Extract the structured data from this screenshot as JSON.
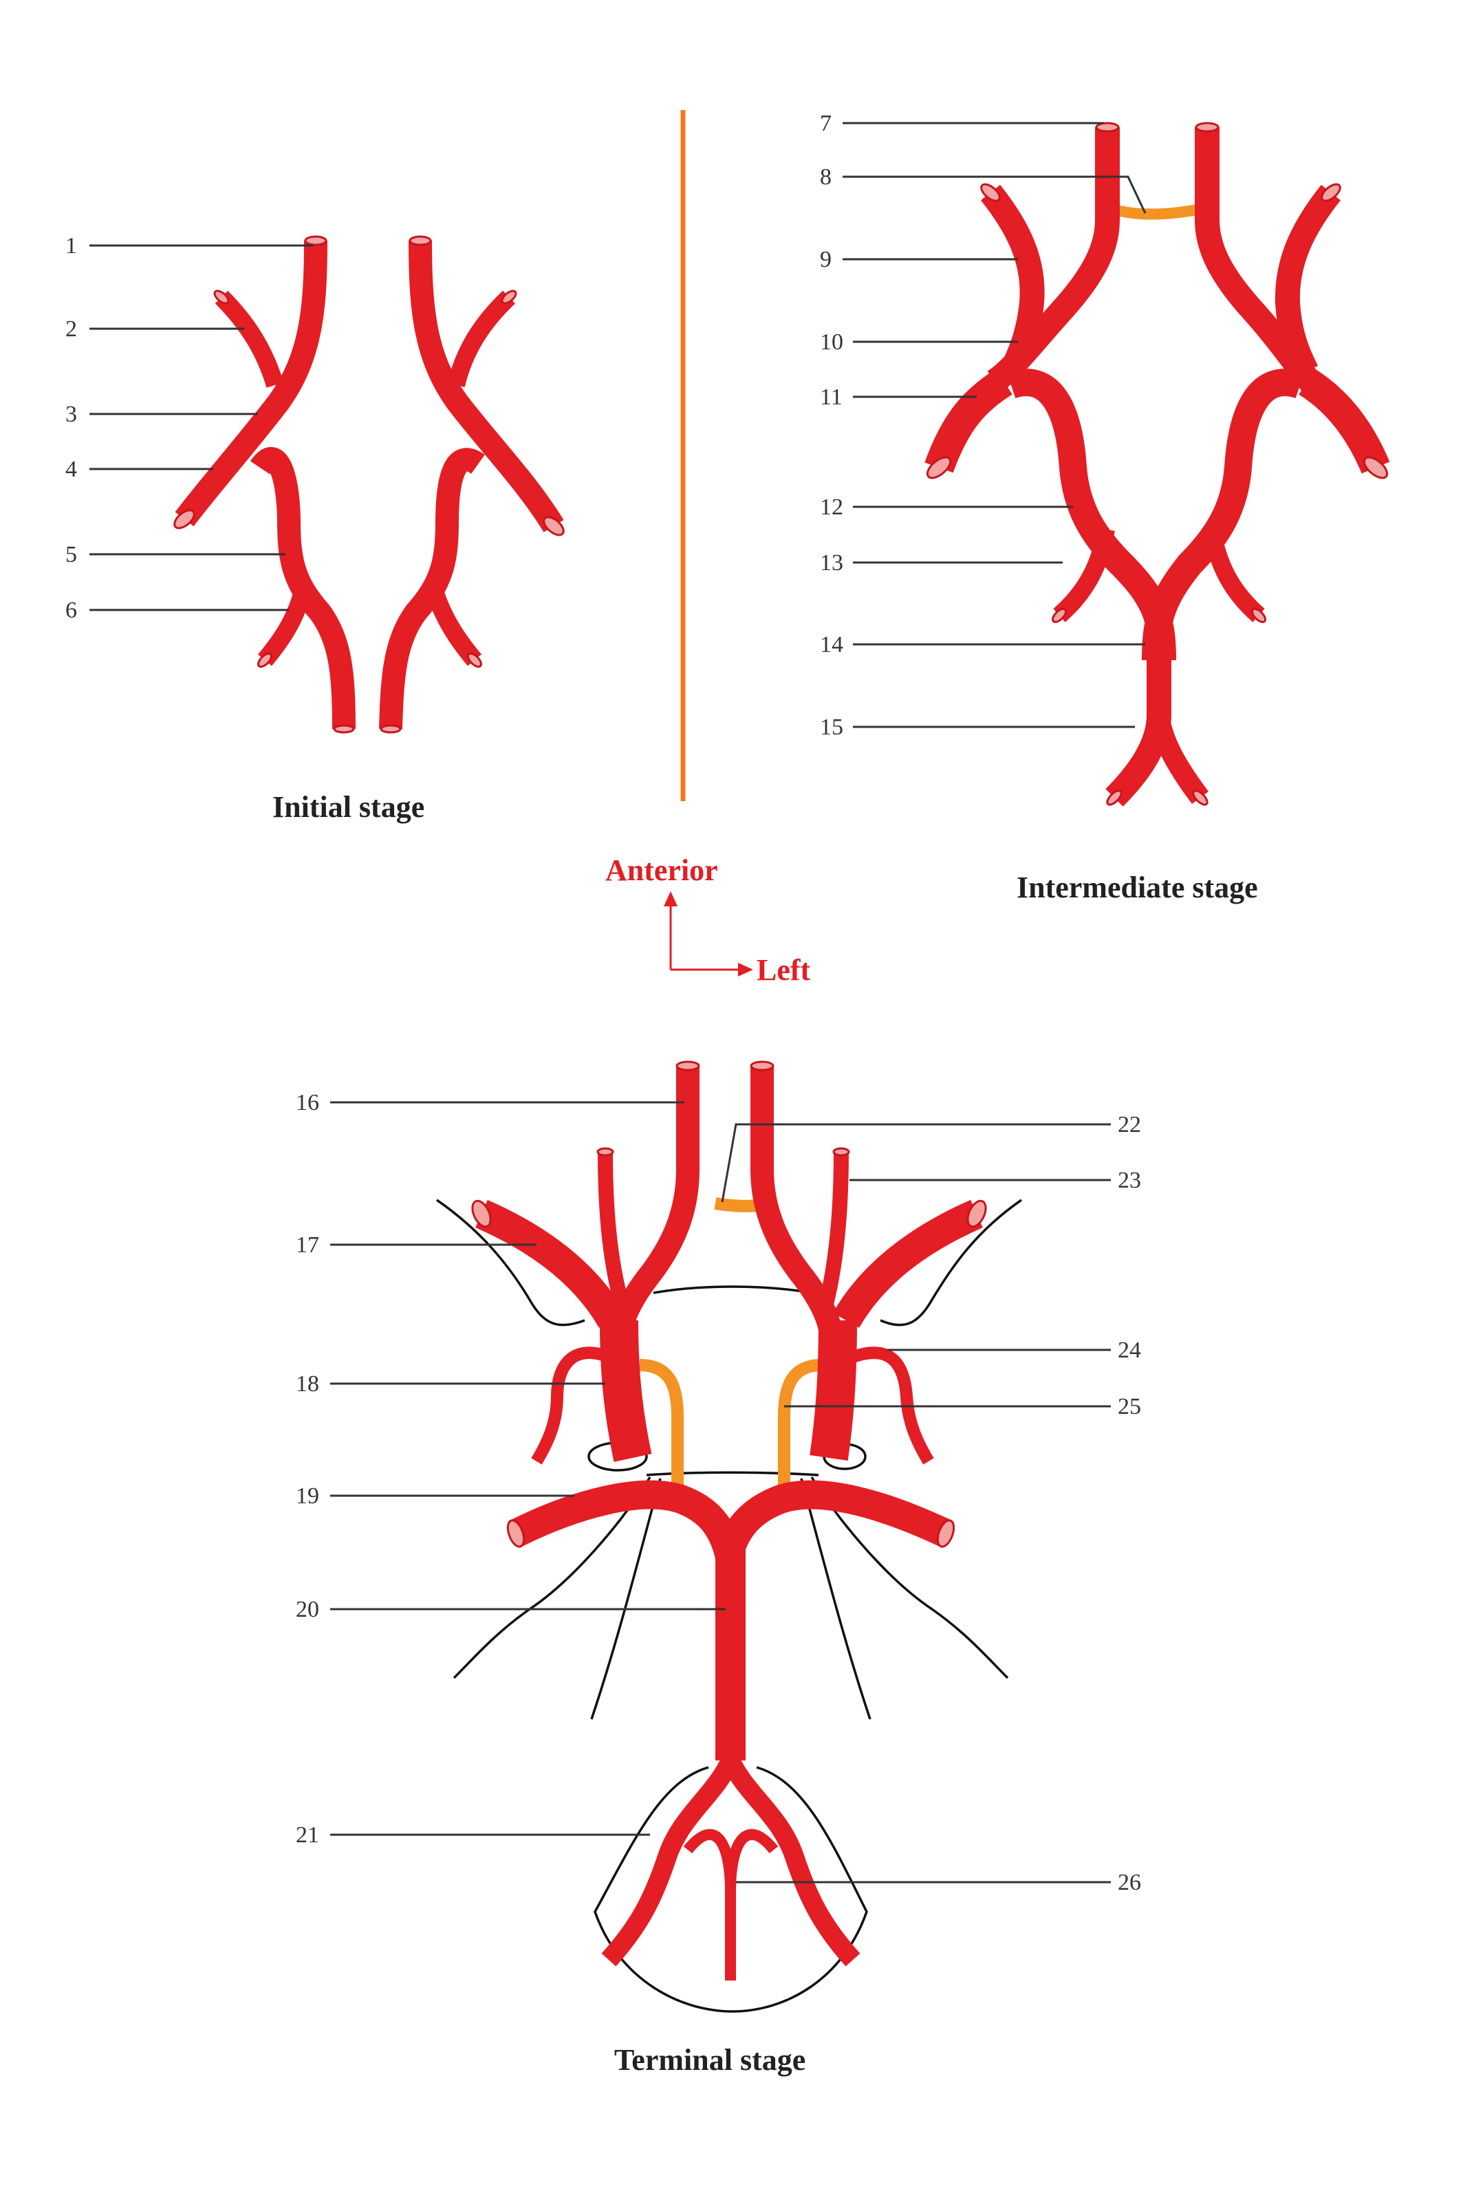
{
  "colors": {
    "artery": "#e31e24",
    "anastomosis": "#f39323",
    "divider": "#f07a1a",
    "label": "#333333",
    "orientation": "#e31e24"
  },
  "stages": {
    "initial": "Initial stage",
    "intermediate": "Intermediate stage",
    "terminal": "Terminal stage"
  },
  "orientation": {
    "anterior": "Anterior",
    "left": "Left"
  },
  "labels": [
    "1",
    "2",
    "3",
    "4",
    "5",
    "6",
    "7",
    "8",
    "9",
    "10",
    "11",
    "12",
    "13",
    "14",
    "15",
    "16",
    "17",
    "18",
    "19",
    "20",
    "21",
    "22",
    "23",
    "24",
    "25",
    "26"
  ]
}
